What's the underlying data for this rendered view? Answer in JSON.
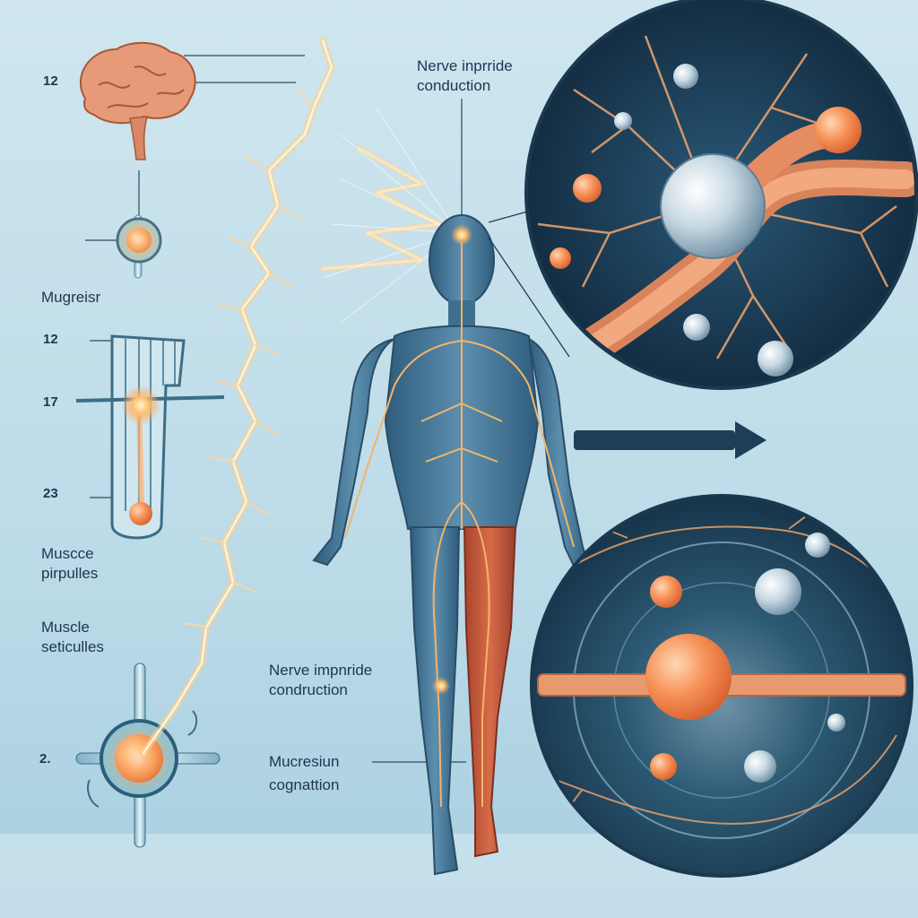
{
  "labels": {
    "num_top": "12",
    "magnesium": "Mugreisr",
    "num_a": "12",
    "num_b": "17",
    "num_c": "23",
    "muscle_1_line1": "Muscce",
    "muscle_1_line2": "pirpulles",
    "muscle_2_line1": "Muscle",
    "muscle_2_line2": "seticulles",
    "num_bottom": "2.",
    "top_nerve_line1": "Nerve inprride",
    "top_nerve_line2": "conduction",
    "mid_nerve_line1": "Nerve impnride",
    "mid_nerve_line2": "condruction",
    "bottom_line1": "Mucresiun",
    "bottom_line2": "cognattion"
  },
  "colors": {
    "background_top": "#d8ecf3",
    "background_bottom": "#a9cfe0",
    "body_blue": "#3e6e8e",
    "nerve_orange": "#f2a15a",
    "node_orange": "#f07f4a",
    "circle_dark": "#183a52",
    "arrow": "#1d3e57",
    "muscle_red": "#c85a3c",
    "brain_pink": "#e69a78"
  },
  "icons": [
    "brain-icon",
    "neuron-node-icon",
    "muscle-fiber-icon",
    "synapse-node-icon",
    "right-arrow-icon"
  ]
}
